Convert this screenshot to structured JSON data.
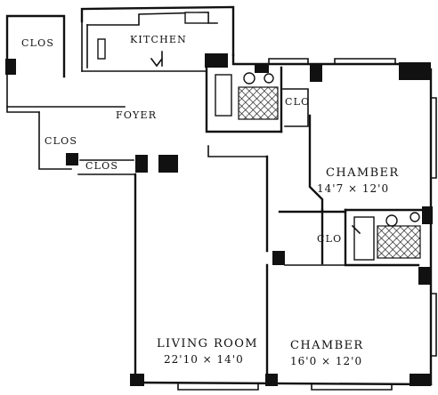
{
  "rooms": {
    "clos_top_left": {
      "label": "CLOS"
    },
    "kitchen": {
      "label": "KITCHEN"
    },
    "foyer": {
      "label": "FOYER"
    },
    "clos_foyer_left": {
      "label": "CLOS"
    },
    "clos_foyer_bottom": {
      "label": "CLOS"
    },
    "clos_bath": {
      "label": "CLO"
    },
    "chamber_upper": {
      "label": "CHAMBER",
      "dimensions": "14'7 × 12'0"
    },
    "clos_mid": {
      "label": "CLO"
    },
    "living_room": {
      "label": "LIVING ROOM",
      "dimensions": "22'10 × 14'0"
    },
    "chamber_lower": {
      "label": "CHAMBER",
      "dimensions": "16'0 × 12'0"
    }
  }
}
